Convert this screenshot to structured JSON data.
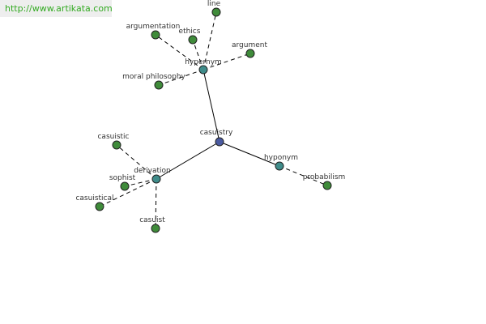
{
  "header": {
    "url": "http://www.artikata.com"
  },
  "colors": {
    "center": "#4a5aa0",
    "relation": "#3f8c8a",
    "leaf": "#3f8b3a"
  },
  "nodes": {
    "casuistry": "casuistry",
    "hypernym": "hypernym",
    "hyponym": "hyponym",
    "derivation": "derivation",
    "line": "line",
    "argumentation": "argumentation",
    "ethics": "ethics",
    "argument": "argument",
    "moral_philosophy": "moral philosophy",
    "probabilism": "probabilism",
    "casuistic": "casuistic",
    "sophist": "sophist",
    "casuistical": "casuistical",
    "casuist": "casuist"
  }
}
